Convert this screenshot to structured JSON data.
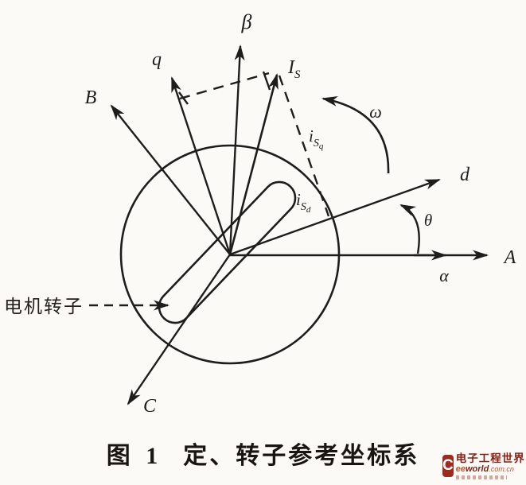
{
  "diagram": {
    "line_color": "#1f1d1b",
    "labels": {
      "beta": "β",
      "q": "q",
      "B": "B",
      "C": "C",
      "A": "A",
      "alpha": "α",
      "d": "d",
      "omega": "ω",
      "theta": "θ",
      "is_main": "I",
      "is_sub": "S",
      "isq_main": "i",
      "isq_sub1": "S",
      "isq_sub2": "q",
      "isd_main": "i",
      "isd_sub1": "S",
      "isd_sub2": "d",
      "rotor_pointer": "电机转子"
    }
  },
  "caption": {
    "prefix": "图 1",
    "title": "定、转子参考坐标系"
  },
  "watermark": {
    "icon_letter": "C",
    "site_name": "电子工程世界",
    "url_ee": "ee",
    "url_world": "world",
    "url_tld": ".com.cn"
  }
}
